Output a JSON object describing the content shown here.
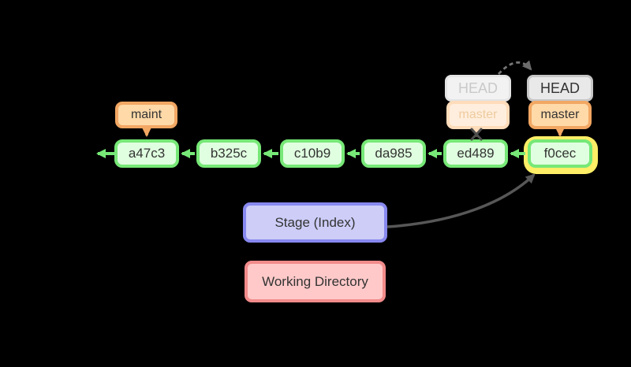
{
  "commits": [
    "a47c3",
    "b325c",
    "c10b9",
    "da985",
    "ed489",
    "f0cec"
  ],
  "refs": {
    "maint": "maint",
    "head": "HEAD",
    "master": "master",
    "old_head": "HEAD",
    "old_master": "master"
  },
  "areas": {
    "stage": "Stage (Index)",
    "working": "Working Directory"
  },
  "icons": {
    "deleted_pointer": "x-icon",
    "head_move": "dashed-arc-arrow-icon"
  },
  "colors": {
    "background": "#000000",
    "text": "#333333",
    "commit_fill": "#e0ffe0",
    "commit_border": "#77e877",
    "ref_fill": "#ffd9a8",
    "ref_border": "#f2a763",
    "head_fill": "#e9e9e9",
    "head_border": "#c6c6c6",
    "faded_head_fill": "#f2f2f2",
    "faded_head_border": "#e4e4e4",
    "faded_head_text": "#c9c9c9",
    "faded_ref_fill": "#ffeedd",
    "faded_ref_border": "#ffdcba",
    "faded_ref_text": "#eecb9e",
    "highlight": "#ffee66",
    "stage_fill": "#cdcdf8",
    "stage_border": "#8888f0",
    "working_fill": "#ffc9c9",
    "working_border": "#f28b8b",
    "arrow_dark": "#575757"
  }
}
